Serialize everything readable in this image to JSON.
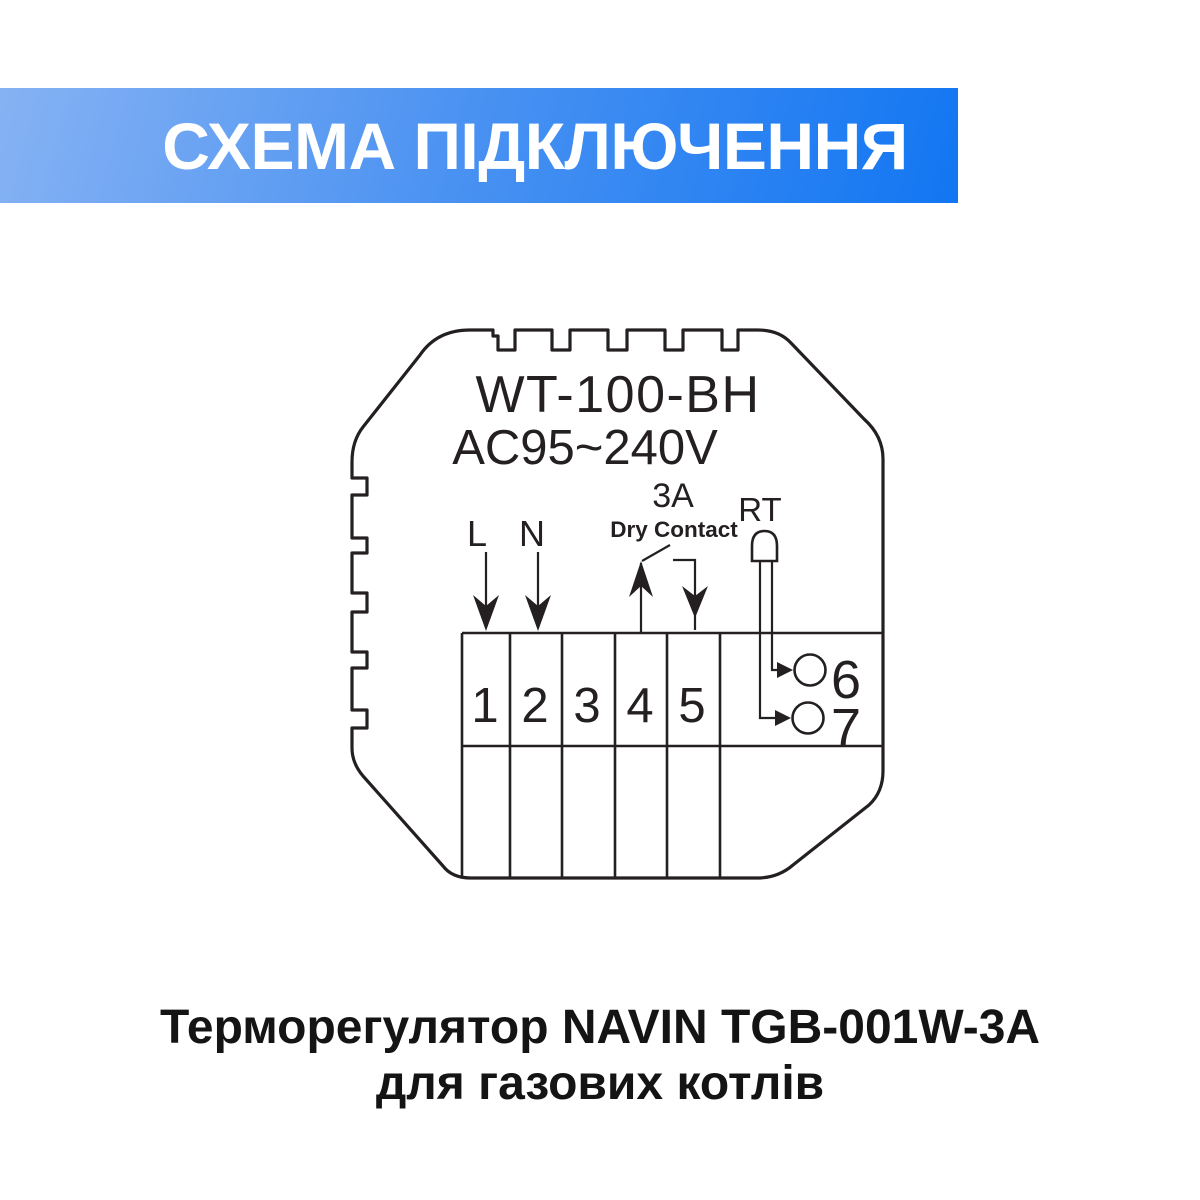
{
  "header": {
    "title": "СХЕМА ПІДКЛЮЧЕННЯ",
    "gradient_left": "#86b2f3",
    "gradient_right": "#1276f2",
    "text_color": "#ffffff"
  },
  "device": {
    "model": "WT-100-BH",
    "voltage": "AC95~240V",
    "labels": {
      "live": "L",
      "neutral": "N",
      "relay_rating": "3A",
      "relay_type": "Dry Contact",
      "sensor": "RT"
    },
    "terminals": [
      "1",
      "2",
      "3",
      "4",
      "5"
    ],
    "sensor_terminals": [
      "6",
      "7"
    ]
  },
  "caption": {
    "line1": "Терморегулятор NAVIN TGB-001W-3A",
    "line2": "для газових котлів"
  },
  "colors": {
    "line": "#242021",
    "caption_text": "#141414",
    "background": "#ffffff"
  }
}
